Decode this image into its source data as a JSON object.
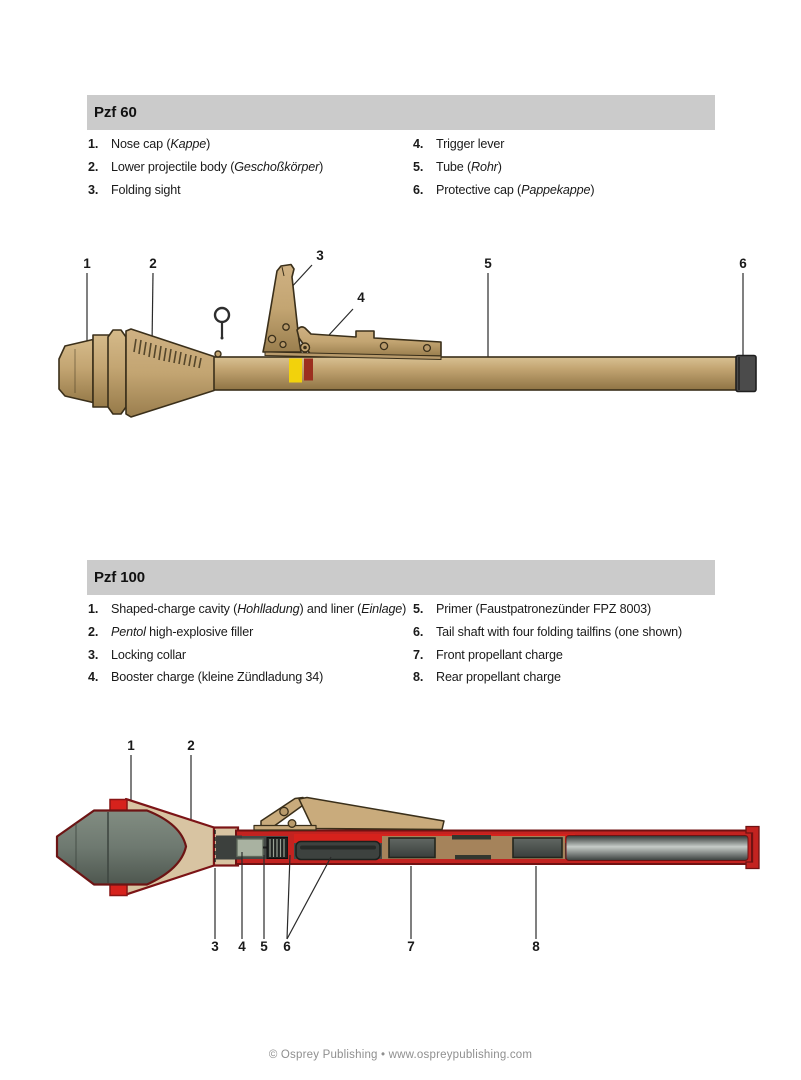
{
  "sections": [
    {
      "id": "pzf60",
      "title": "Pzf 60",
      "parts_left": [
        {
          "num": "1.",
          "segments": [
            {
              "t": "Nose cap ("
            },
            {
              "t": "Kappe",
              "i": true
            },
            {
              "t": ")"
            }
          ]
        },
        {
          "num": "2.",
          "segments": [
            {
              "t": "Lower projectile body ("
            },
            {
              "t": "Geschoßkörper",
              "i": true
            },
            {
              "t": ")"
            }
          ]
        },
        {
          "num": "3.",
          "segments": [
            {
              "t": "Folding sight"
            }
          ]
        }
      ],
      "parts_right": [
        {
          "num": "4.",
          "segments": [
            {
              "t": "Trigger lever"
            }
          ]
        },
        {
          "num": "5.",
          "segments": [
            {
              "t": "Tube ("
            },
            {
              "t": "Rohr",
              "i": true
            },
            {
              "t": ")"
            }
          ]
        },
        {
          "num": "6.",
          "segments": [
            {
              "t": "Protective cap ("
            },
            {
              "t": "Pappekappe",
              "i": true
            },
            {
              "t": ")"
            }
          ]
        }
      ],
      "callouts": [
        "1",
        "2",
        "3",
        "4",
        "5",
        "6"
      ]
    },
    {
      "id": "pzf100",
      "title": "Pzf 100",
      "parts_left": [
        {
          "num": "1.",
          "segments": [
            {
              "t": "Shaped-charge cavity ("
            },
            {
              "t": "Hohlladung",
              "i": true
            },
            {
              "t": ") and liner ("
            },
            {
              "t": "Einlage",
              "i": true
            },
            {
              "t": ")"
            }
          ]
        },
        {
          "num": "2.",
          "segments": [
            {
              "t": "Pentol",
              "i": true
            },
            {
              "t": " high-explosive filler"
            }
          ]
        },
        {
          "num": "3.",
          "segments": [
            {
              "t": "Locking collar"
            }
          ]
        },
        {
          "num": "4.",
          "segments": [
            {
              "t": "Booster charge (kleine Zündladung 34)"
            }
          ]
        }
      ],
      "parts_right": [
        {
          "num": "5.",
          "segments": [
            {
              "t": "Primer (Faustpatronezünder FPZ 8003)"
            }
          ]
        },
        {
          "num": "6.",
          "segments": [
            {
              "t": "Tail shaft with four folding tailfins (one shown)"
            }
          ]
        },
        {
          "num": "7.",
          "segments": [
            {
              "t": "Front propellant charge"
            }
          ]
        },
        {
          "num": "8.",
          "segments": [
            {
              "t": "Rear propellant charge"
            }
          ]
        }
      ],
      "callouts": [
        "1",
        "2",
        "3",
        "4",
        "5",
        "6",
        "7",
        "8"
      ]
    }
  ],
  "footer": {
    "text": "© Osprey Publishing • www.ospreypublishing.com"
  },
  "colors": {
    "header_bar": "#cbcbcb",
    "tan": "#c3a572",
    "tan_light": "#d5ba8a",
    "tan_dark": "#9e8151",
    "outline_brown": "#3a2f1a",
    "shell_tan": "#d8c4a2",
    "red_bright": "#d6221c",
    "red_casing": "#c32320",
    "red_dark_outline": "#7c1416",
    "gray_green": "#6e7970",
    "steel_dark": "#474c49",
    "protective_cap_gray": "#4b4b4b",
    "yellow_band": "#f2d20c",
    "red_band": "#9c2f1f",
    "footer_text": "#8f8f8f"
  }
}
